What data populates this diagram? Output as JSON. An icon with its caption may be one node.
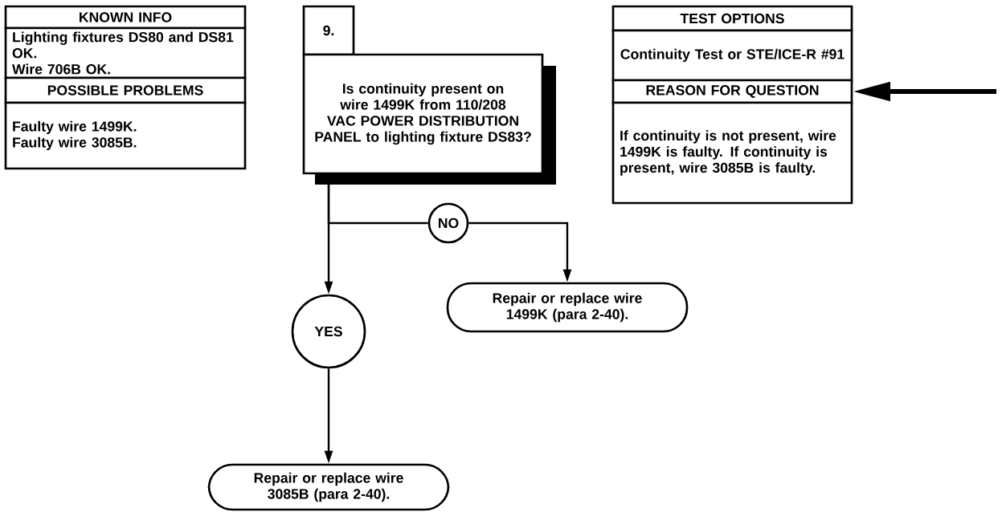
{
  "diagram": {
    "nodes": [
      {
        "text": [
          "KNOWN INFO"
        ]
      },
      {
        "text": [
          "Lighting fixtures DS80 and DS81 OK.",
          "Wire 706B OK."
        ]
      },
      {
        "text": [
          "POSSIBLE PROBLEMS"
        ]
      },
      {
        "text": [
          "Faulty wire 1499K.",
          "Faulty wire 3085B."
        ]
      },
      {
        "text": [
          "9."
        ]
      },
      {
        "text": [
          "Is continuity present on wire 1499K from 110/208 VAC POWER DISTRIBUTION PANEL to lighting fixture DS83?"
        ]
      },
      {
        "text": [
          "NO"
        ]
      },
      {
        "text": [
          "YES"
        ]
      },
      {
        "text": [
          "Repair or replace wire 1499K (para 2-40)."
        ]
      },
      {
        "text": [
          "Repair or replace wire 3085B (para 2-40)."
        ]
      },
      {
        "text": [
          "TEST OPTIONS"
        ]
      },
      {
        "text": [
          "Continuity Test or STE/ICE-R #91"
        ]
      },
      {
        "text": [
          "REASON FOR QUESTION"
        ]
      },
      {
        "text": [
          "If continuity is not present, wire 1499K is faulty. If continuity is present, wire 3085B is faulty."
        ]
      }
    ],
    "edges": [
      {
        "from": 5,
        "to": 6,
        "arrow": "none"
      },
      {
        "from": 6,
        "to": 8,
        "arrow": "to"
      },
      {
        "from": 5,
        "to": 7,
        "arrow": "to"
      },
      {
        "from": 7,
        "to": 9,
        "arrow": "to"
      },
      {
        "from": null,
        "to": 12,
        "arrow": "to",
        "style": "thick"
      }
    ]
  }
}
